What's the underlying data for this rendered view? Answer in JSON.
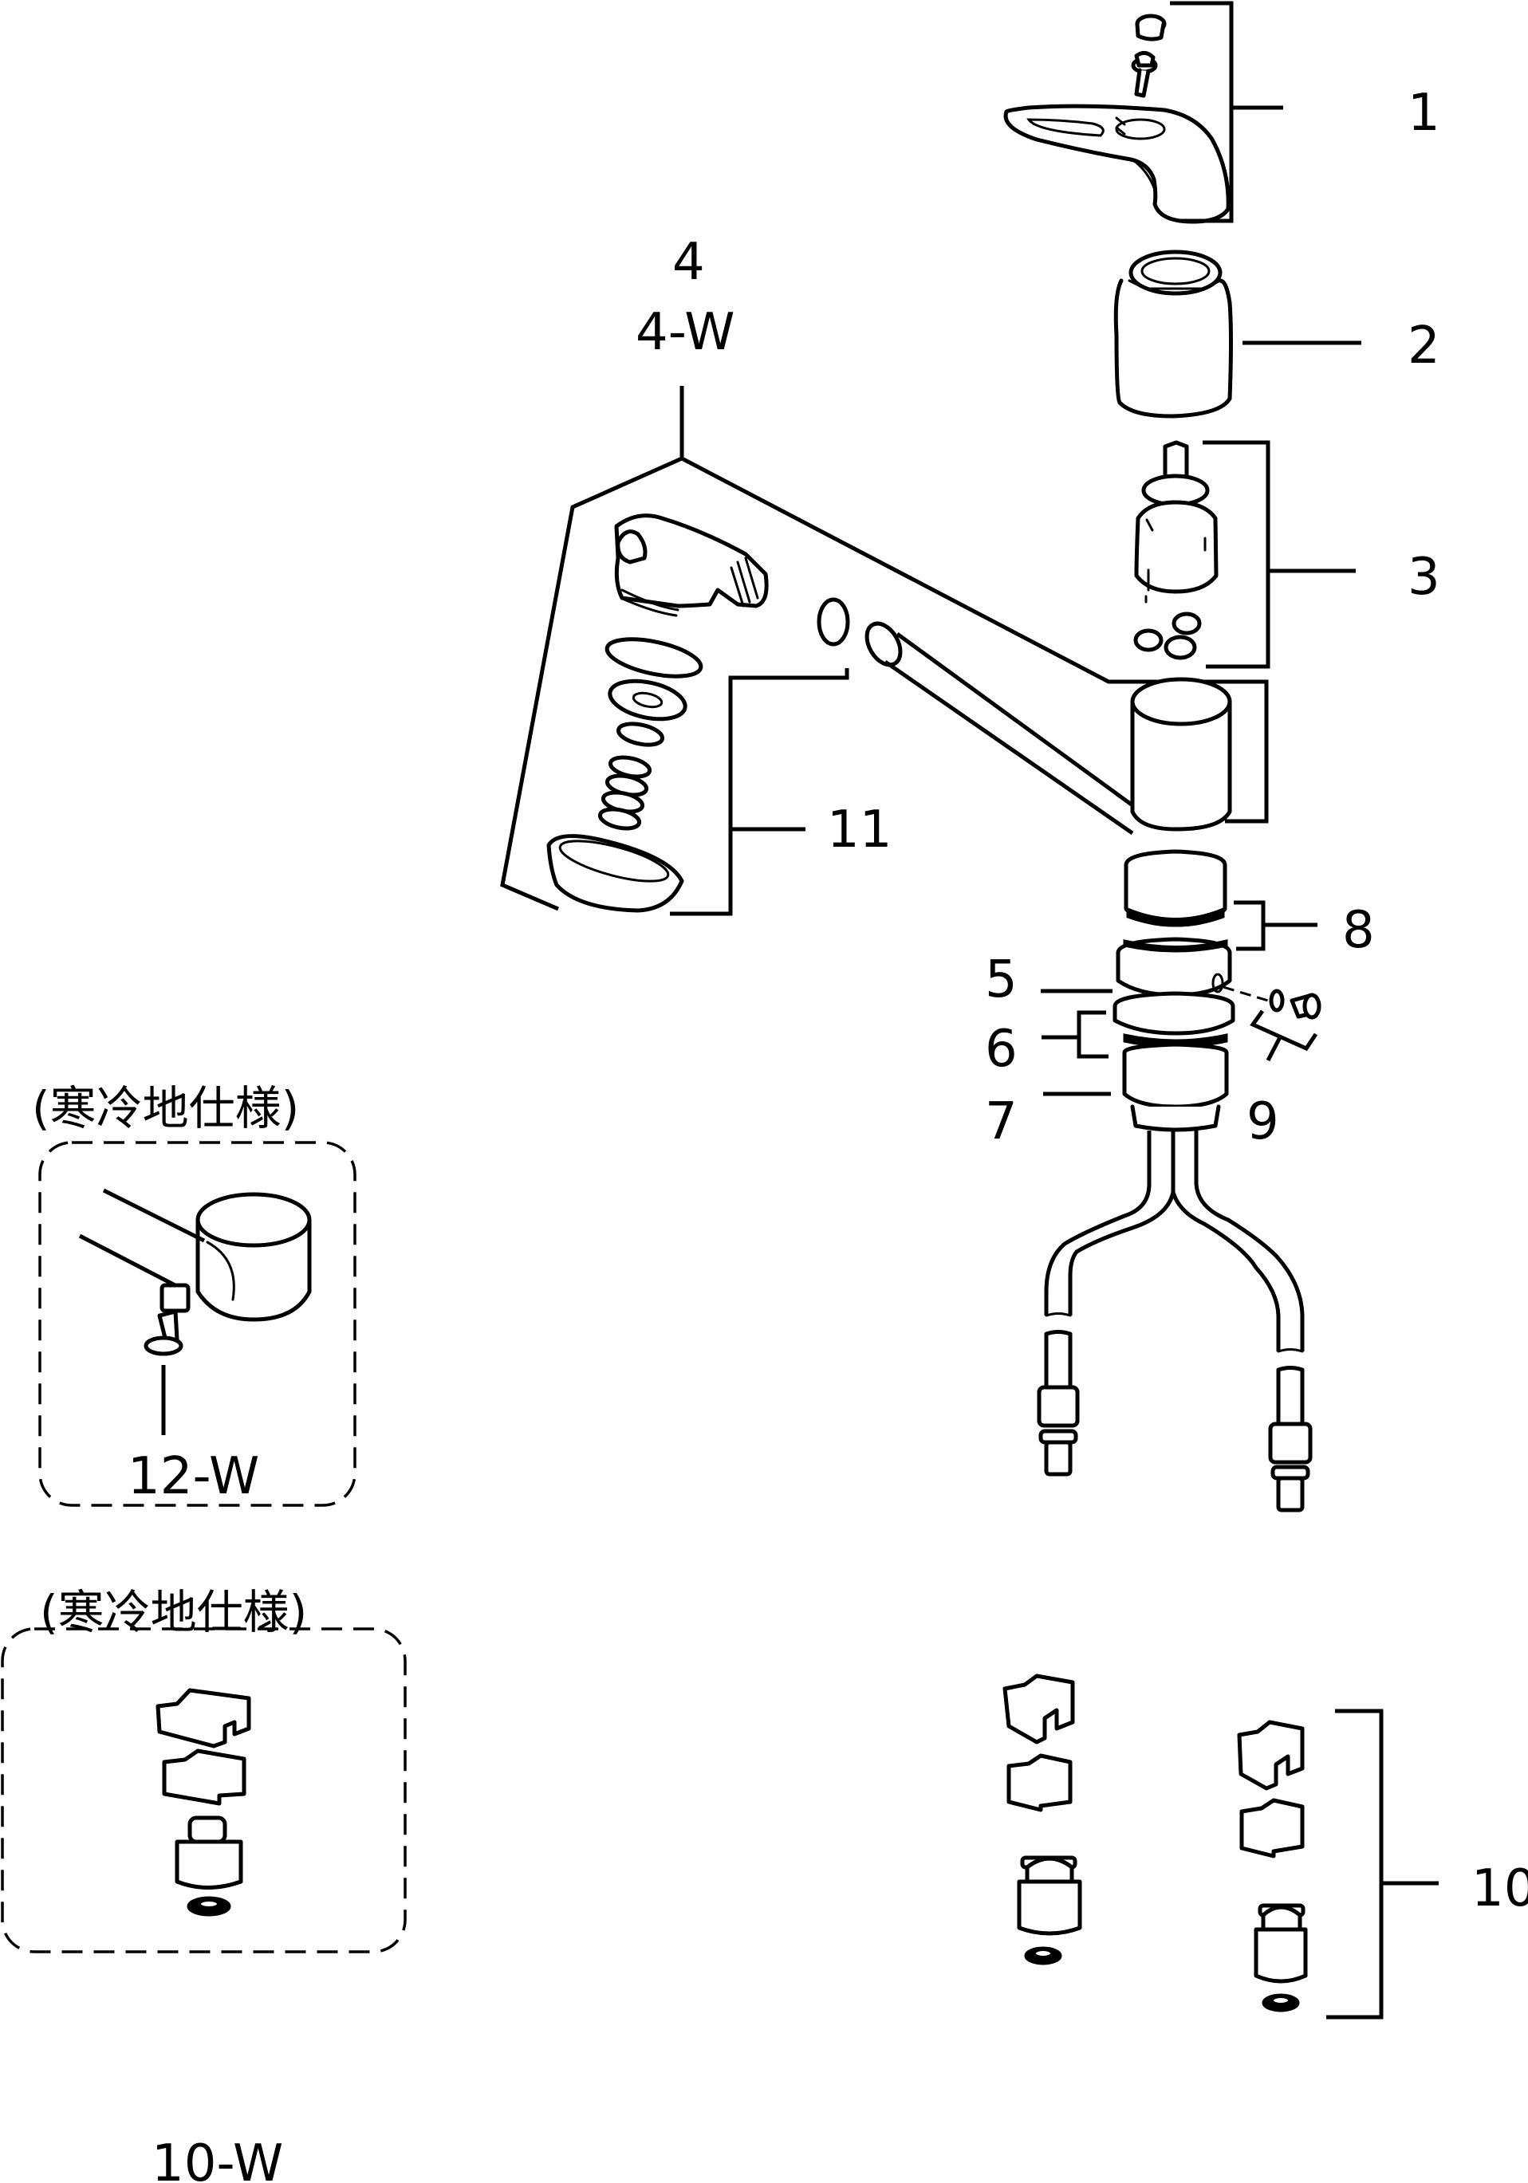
{
  "diagram": {
    "title": "Single-lever kitchen faucet exploded parts diagram",
    "line_color": "#000000",
    "background": "#ffffff",
    "callouts": [
      {
        "id": "1",
        "label": "1",
        "part": "lever handle with cap and screw"
      },
      {
        "id": "2",
        "label": "2",
        "part": "cartridge cover nut"
      },
      {
        "id": "3",
        "label": "3",
        "part": "cartridge with seals"
      },
      {
        "id": "4",
        "label": "4",
        "part": "spout assembly"
      },
      {
        "id": "4w",
        "label": "4-W",
        "part": "spout assembly (cold-region)"
      },
      {
        "id": "5",
        "label": "5",
        "part": "body ring"
      },
      {
        "id": "6",
        "label": "6",
        "part": "ring with o-rings"
      },
      {
        "id": "7",
        "label": "7",
        "part": "base body"
      },
      {
        "id": "8",
        "label": "8",
        "part": "valve body o-rings"
      },
      {
        "id": "9",
        "label": "9",
        "part": "set screw with o-ring"
      },
      {
        "id": "10",
        "label": "10",
        "part": "supply fitting set"
      },
      {
        "id": "11",
        "label": "11",
        "part": "shower head parts"
      },
      {
        "id": "12w",
        "label": "12-W",
        "part": "drain plug (cold-region)"
      },
      {
        "id": "10w",
        "label": "10-W",
        "part": "supply fitting set (cold-region)"
      }
    ],
    "insets": [
      {
        "id": "inset-12w",
        "caption": "(寒冷地仕様)",
        "label": "12-W"
      },
      {
        "id": "inset-10w",
        "caption": "(寒冷地仕様)",
        "label": "10-W"
      }
    ]
  }
}
